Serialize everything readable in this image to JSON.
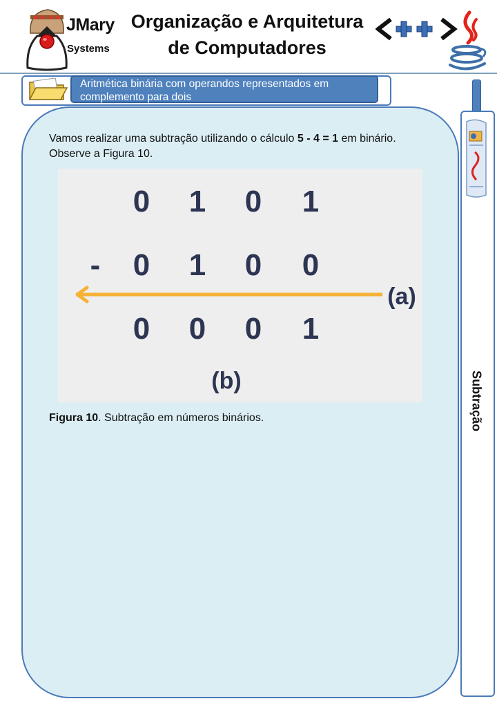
{
  "header": {
    "brand": "JMary",
    "brand_sub": "Systems",
    "title_line1": "Organização e Arquitetura",
    "title_line2": "de Computadores"
  },
  "topic": {
    "text": "Aritmética binária com operandos representados em complemento para dois"
  },
  "side": {
    "label": "Subtração"
  },
  "content": {
    "intro_part1": "Vamos realizar uma subtração utilizando o cálculo ",
    "intro_bold": "5 - 4 = 1",
    "intro_part2": " em binário. Observe a Figura 10.",
    "caption_bold": "Figura 10",
    "caption_rest": ". Subtração em números binários."
  },
  "figure": {
    "row1": [
      "0",
      "1",
      "0",
      "1"
    ],
    "operator": "-",
    "row2": [
      "0",
      "1",
      "0",
      "0"
    ],
    "row3": [
      "0",
      "0",
      "0",
      "1"
    ],
    "label_a": "(a)",
    "label_b": "(b)",
    "arrow_color": "#f5b335",
    "digit_color": "#2d3553"
  },
  "colors": {
    "accent": "#4f81bd",
    "card_bg": "#dbeef4",
    "border": "#4a7ab8"
  }
}
